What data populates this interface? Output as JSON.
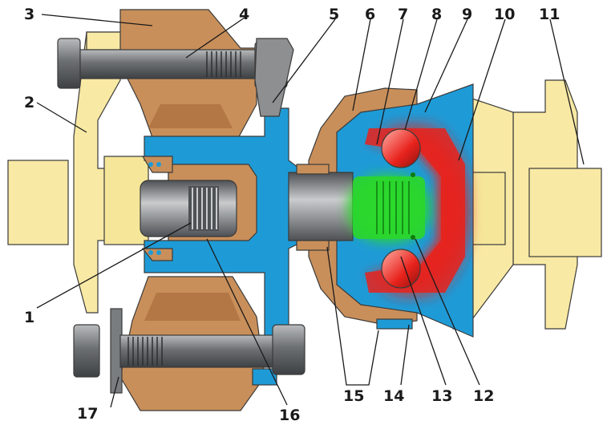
{
  "palette": {
    "yellow": "#f8e9a4",
    "tan": "#c98f5a",
    "blue": "#1e9bd7",
    "gray": "#8d8f91",
    "dark_gray": "#5b5e61",
    "red": "#e8221c",
    "green": "#2bd62b",
    "outline": "#3a3a3a"
  },
  "callouts": [
    {
      "id": "1",
      "text": "1"
    },
    {
      "id": "2",
      "text": "2"
    },
    {
      "id": "3",
      "text": "3"
    },
    {
      "id": "4",
      "text": "4"
    },
    {
      "id": "5",
      "text": "5"
    },
    {
      "id": "6",
      "text": "6"
    },
    {
      "id": "7",
      "text": "7"
    },
    {
      "id": "8",
      "text": "8"
    },
    {
      "id": "9",
      "text": "9"
    },
    {
      "id": "10",
      "text": "10"
    },
    {
      "id": "11",
      "text": "11"
    },
    {
      "id": "12",
      "text": "12"
    },
    {
      "id": "13",
      "text": "13"
    },
    {
      "id": "14",
      "text": "14"
    },
    {
      "id": "15",
      "text": "15"
    },
    {
      "id": "16",
      "text": "16"
    },
    {
      "id": "17",
      "text": "17"
    }
  ]
}
